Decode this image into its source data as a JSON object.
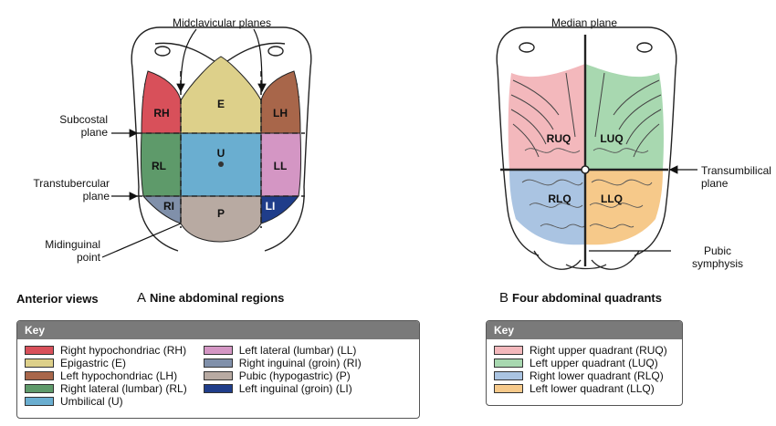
{
  "panel_a": {
    "top_label": "Midclavicular planes",
    "subcostal_label": [
      "Subcostal",
      "plane"
    ],
    "transtubercular_label": [
      "Transtubercular",
      "plane"
    ],
    "midinguinal_label": [
      "Midinguinal",
      "point"
    ],
    "views_label": "Anterior views",
    "caption_letter": "A",
    "caption_text": "Nine abdominal regions",
    "regions": {
      "RH": {
        "label": "RH",
        "color": "#d8505a"
      },
      "E": {
        "label": "E",
        "color": "#ddd08a"
      },
      "LH": {
        "label": "LH",
        "color": "#a8664a"
      },
      "RL": {
        "label": "RL",
        "color": "#5e9a6a"
      },
      "U": {
        "label": "U",
        "color": "#6aaed0"
      },
      "LL": {
        "label": "LL",
        "color": "#d496c4"
      },
      "RI": {
        "label": "RI",
        "color": "#8090aa"
      },
      "P": {
        "label": "P",
        "color": "#b8aaa2"
      },
      "LI": {
        "label": "LI",
        "color": "#1f3d8a"
      }
    }
  },
  "panel_b": {
    "top_label": "Median plane",
    "transumbilical_label": [
      "Transumbilical",
      "plane"
    ],
    "pubic_label": [
      "Pubic",
      "symphysis"
    ],
    "caption_letter": "B",
    "caption_text": "Four abdominal quadrants",
    "quadrants": {
      "RUQ": {
        "label": "RUQ",
        "color": "#f3b8bc"
      },
      "LUQ": {
        "label": "LUQ",
        "color": "#a8d8b0"
      },
      "RLQ": {
        "label": "RLQ",
        "color": "#aac4e2"
      },
      "LLQ": {
        "label": "LLQ",
        "color": "#f6c98a"
      }
    }
  },
  "key_a": {
    "title": "Key",
    "col1": [
      {
        "text": "Right hypochondriac (RH)",
        "color": "#d8505a"
      },
      {
        "text": "Epigastric (E)",
        "color": "#ddd08a"
      },
      {
        "text": "Left hypochondriac (LH)",
        "color": "#a8664a"
      },
      {
        "text": "Right lateral (lumbar) (RL)",
        "color": "#5e9a6a"
      },
      {
        "text": "Umbilical (U)",
        "color": "#6aaed0"
      }
    ],
    "col2": [
      {
        "text": "Left lateral (lumbar) (LL)",
        "color": "#d496c4"
      },
      {
        "text": "Right inguinal (groin) (RI)",
        "color": "#8090aa"
      },
      {
        "text": "Pubic (hypogastric) (P)",
        "color": "#b8aaa2"
      },
      {
        "text": "Left inguinal (groin) (LI)",
        "color": "#1f3d8a"
      }
    ]
  },
  "key_b": {
    "title": "Key",
    "col1": [
      {
        "text": "Right upper quadrant (RUQ)",
        "color": "#f3b8bc"
      },
      {
        "text": "Left upper quadrant (LUQ)",
        "color": "#a8d8b0"
      },
      {
        "text": "Right lower quadrant (RLQ)",
        "color": "#aac4e2"
      },
      {
        "text": "Left lower quadrant (LLQ)",
        "color": "#f6c98a"
      }
    ]
  }
}
